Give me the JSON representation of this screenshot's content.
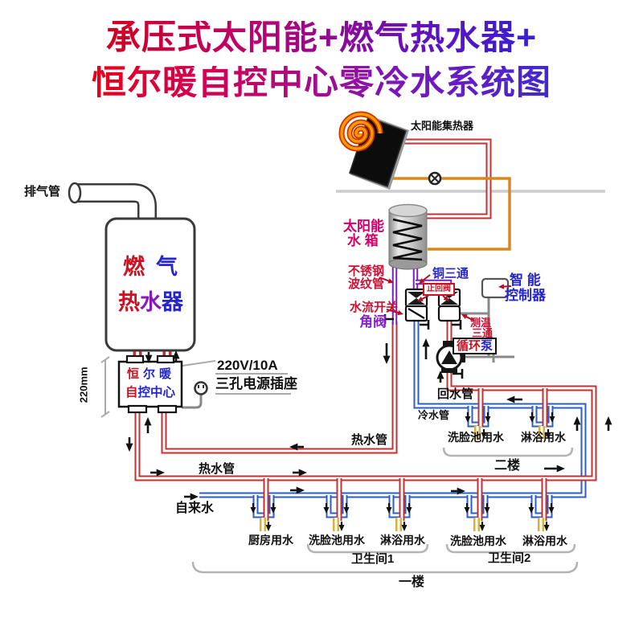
{
  "title": {
    "line1": "承压式太阳能+燃气热水器+",
    "line2": "恒尔暖自控中心零冷水系统图"
  },
  "heater": {
    "chars1": [
      "燃",
      "气"
    ],
    "chars2": [
      "热",
      "水",
      "器"
    ]
  },
  "control": {
    "chars1": [
      "恒",
      "尔",
      "暖"
    ],
    "chars2": [
      "自",
      "控",
      "中",
      "心"
    ]
  },
  "pump_label": {
    "chars": [
      "循环",
      "泵"
    ]
  },
  "labels": {
    "exhaust": "排气管",
    "collector": "太阳能集热器",
    "tank_line1": "太阳能",
    "tank_line2": "水 箱",
    "stainless1": "不锈钢",
    "stainless2": "波纹管",
    "copper_tee": "铜三通",
    "check_valve": "止回阀",
    "flow_switch": "水流开关",
    "angle_valve": "角阀",
    "temp_tee1": "测温",
    "temp_tee2": "三通",
    "smart1": "智 能",
    "smart2": "控制器",
    "return_pipe": "回水管",
    "cold_pipe": "冷水管",
    "hot_pipe_upper": "热水管",
    "hot_pipe_lower": "热水管",
    "tap_water": "自来水",
    "dimension": "220mm",
    "power_rating": "220V/10A",
    "power_socket": "三孔电源插座",
    "floor2": "二楼",
    "floor1": "一楼",
    "bathroom1": "卫生间1",
    "bathroom2": "卫生间2"
  },
  "fixtures": {
    "floor1": [
      "厨房用水",
      "洗脸池用水",
      "淋浴用水",
      "洗脸池用水",
      "淋浴用水"
    ],
    "floor2": [
      "洗脸池用水",
      "淋浴用水"
    ]
  },
  "colors": {
    "hot_water": "#c53030",
    "cold_water": "#2b5fc7",
    "corrugated": "#7a1fc0",
    "solar_loop": "#d9881f",
    "faucet": "#d9b13b",
    "accent_red": "#cc1133",
    "accent_blue": "#2525cc"
  }
}
